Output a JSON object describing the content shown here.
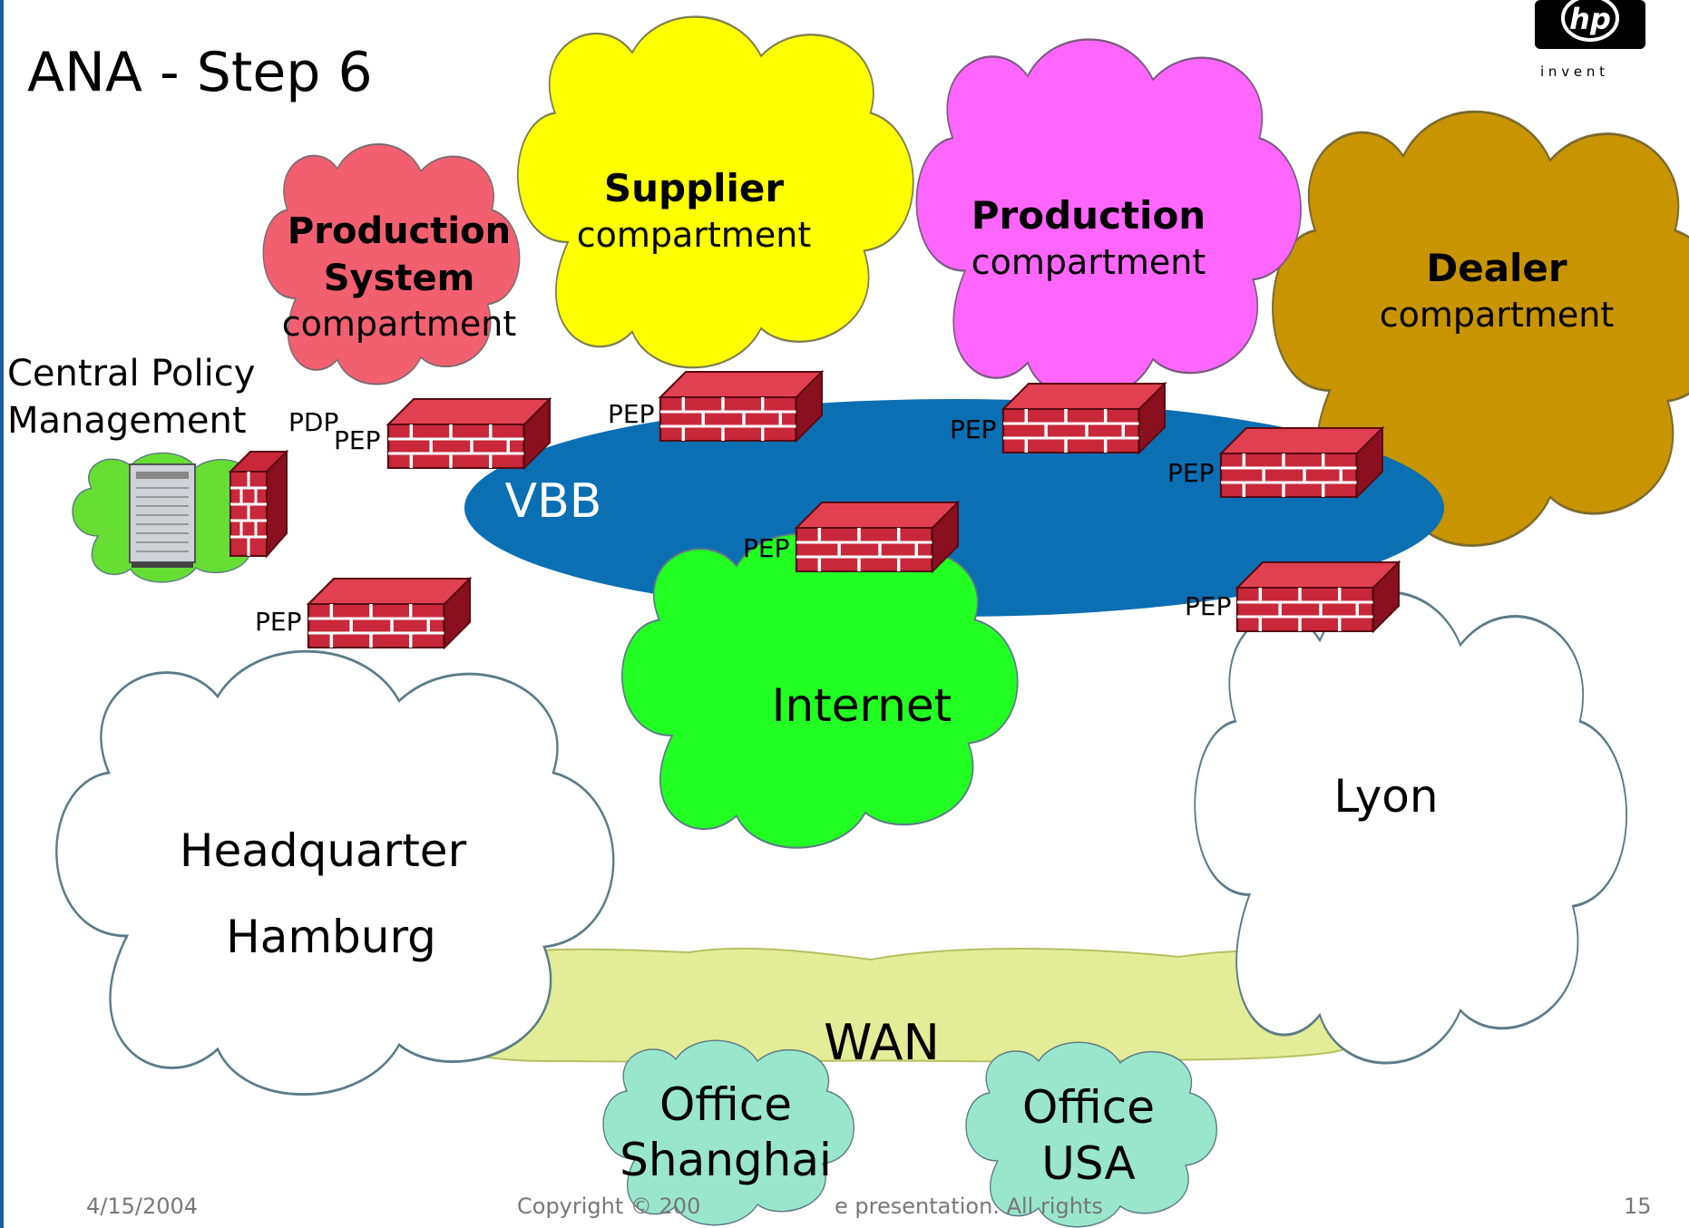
{
  "slide": {
    "title": "ANA - Step 6",
    "date": "4/15/2004",
    "copyright_left": "Copyright © 200",
    "copyright_right": "e presentation. All rights",
    "page_number": "15"
  },
  "logo": {
    "mark": "hp",
    "tagline": "i n v e n t"
  },
  "colors": {
    "accent_bar": "#1a5fa0",
    "vbb": "#0a6fb3",
    "production_system": "#f26070",
    "supplier": "#ffff00",
    "production": "#ff66ff",
    "dealer": "#c89400",
    "internet": "#22ff22",
    "policy_cloud": "#66dd33",
    "wan": "#e3ec96",
    "office": "#99e6cc",
    "firewall": "#c8283a"
  },
  "clouds": {
    "production_system": {
      "line1": "Production",
      "line2": "System",
      "line3": "compartment"
    },
    "supplier": {
      "line1": "Supplier",
      "line2": "compartment"
    },
    "production": {
      "line1": "Production",
      "line2": "compartment"
    },
    "dealer": {
      "line1": "Dealer",
      "line2": "compartment"
    },
    "internet": {
      "label": "Internet"
    },
    "headquarter": {
      "line1": "Headquarter",
      "line2": "Hamburg"
    },
    "lyon": {
      "label": "Lyon"
    },
    "office_shanghai": {
      "line1": "Office",
      "line2": "Shanghai"
    },
    "office_usa": {
      "line1": "Office",
      "line2": "USA"
    }
  },
  "network": {
    "vbb": "VBB",
    "wan": "WAN"
  },
  "policy": {
    "line1": "Central Policy",
    "line2": "Management",
    "pdp": "PDP"
  },
  "pep": "PEP"
}
